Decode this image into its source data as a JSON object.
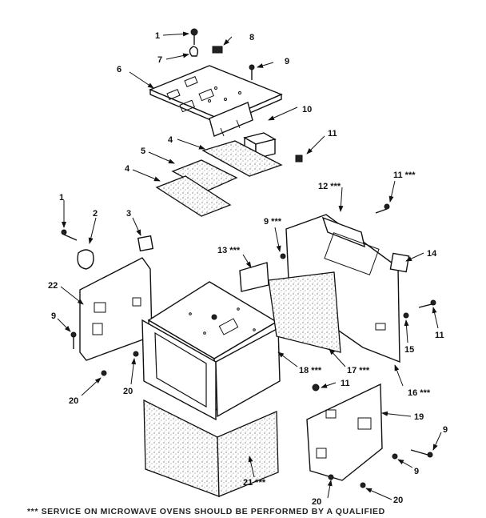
{
  "callouts": [
    {
      "id": "c1a",
      "text": "1"
    },
    {
      "id": "c8",
      "text": "8"
    },
    {
      "id": "c7",
      "text": "7"
    },
    {
      "id": "c9a",
      "text": "9"
    },
    {
      "id": "c6",
      "text": "6"
    },
    {
      "id": "c10",
      "text": "10"
    },
    {
      "id": "c11a",
      "text": "11"
    },
    {
      "id": "c4a",
      "text": "4"
    },
    {
      "id": "c5",
      "text": "5"
    },
    {
      "id": "c4b",
      "text": "4"
    },
    {
      "id": "c12",
      "text": "12 ***"
    },
    {
      "id": "c11b",
      "text": "11 ***"
    },
    {
      "id": "c1b",
      "text": "1"
    },
    {
      "id": "c2",
      "text": "2"
    },
    {
      "id": "c3",
      "text": "3"
    },
    {
      "id": "c9b",
      "text": "9 ***"
    },
    {
      "id": "c13",
      "text": "13 ***"
    },
    {
      "id": "c14",
      "text": "14"
    },
    {
      "id": "c22",
      "text": "22"
    },
    {
      "id": "c9c",
      "text": "9"
    },
    {
      "id": "c11c",
      "text": "11"
    },
    {
      "id": "c15",
      "text": "15"
    },
    {
      "id": "c18",
      "text": "18 ***"
    },
    {
      "id": "c17",
      "text": "17 ***"
    },
    {
      "id": "c16",
      "text": "16 ***"
    },
    {
      "id": "c20a",
      "text": "20"
    },
    {
      "id": "c20b",
      "text": "20"
    },
    {
      "id": "c11d",
      "text": "11"
    },
    {
      "id": "c19",
      "text": "19"
    },
    {
      "id": "c9d",
      "text": "9"
    },
    {
      "id": "c9e",
      "text": "9"
    },
    {
      "id": "c21",
      "text": "21 ***"
    },
    {
      "id": "c20c",
      "text": "20"
    },
    {
      "id": "c20d",
      "text": "20"
    }
  ],
  "footer": "*** SERVICE ON MICROWAVE OVENS SHOULD BE PERFORMED BY A QUALIFIED"
}
